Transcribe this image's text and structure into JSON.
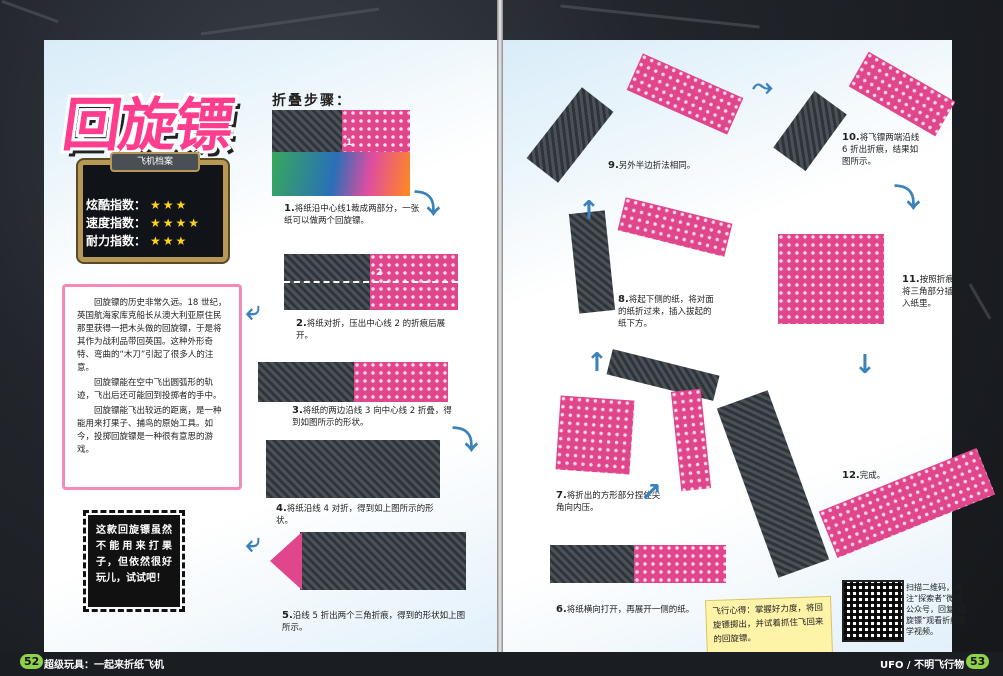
{
  "title": "回旋镖",
  "steps_heading": "折叠步骤：",
  "profile": {
    "tag": "飞机档案",
    "ratings": [
      {
        "label": "炫酷指数：",
        "stars": "★★★"
      },
      {
        "label": "速度指数：",
        "stars": "★★★★"
      },
      {
        "label": "耐力指数：",
        "stars": "★★★"
      }
    ]
  },
  "story": [
    "回旋镖的历史非常久远。18 世纪，英国航海家库克船长从澳大利亚原住民那里获得一把木头做的回旋镖，于是将其作为战利品带回英国。这种外形奇特、弯曲的“木刀”引起了很多人的注意。",
    "回旋镖能在空中飞出圆弧形的轨迹，飞出后还可能回到投掷者的手中。",
    "回旋镖能飞出较远的距离，是一种能用来打果子、捕鸟的原始工具。如今，投掷回旋镖是一种很有意思的游戏。"
  ],
  "stamp_text": "这款回旋镖虽然不能用来打果子，但依然很好玩儿，试试吧！",
  "steps": [
    {
      "num": "1.",
      "text": "将纸沿中心线1裁成两部分，一张纸可以做两个回旋镖。"
    },
    {
      "num": "2.",
      "text": "将纸对折，压出中心线 2 的折痕后展开。"
    },
    {
      "num": "3.",
      "text": "将纸的两边沿线 3 向中心线 2 折叠，得到如图所示的形状。"
    },
    {
      "num": "4.",
      "text": "将纸沿线 4 对折，得到如上图所示的形状。"
    },
    {
      "num": "5.",
      "text": "沿线 5 折出两个三角折痕，得到的形状如上图所示。"
    },
    {
      "num": "6.",
      "text": "将纸横向打开，再展开一侧的纸。"
    },
    {
      "num": "7.",
      "text": "将折出的方形部分捏住尖角向内压。"
    },
    {
      "num": "8.",
      "text": "将起下侧的纸，将对面的纸折过来，插入拔起的纸下方。"
    },
    {
      "num": "9.",
      "text": "另外半边折法相同。"
    },
    {
      "num": "10.",
      "text": "将飞镖两端沿线 6 折出折痕，结果如图所示。"
    },
    {
      "num": "11.",
      "text": "按照折痕将三角部分插入纸里。"
    },
    {
      "num": "12.",
      "text": "完成。"
    }
  ],
  "line_labels": {
    "l1": "1",
    "l2": "2"
  },
  "note": "飞行心得：掌握好力度，将回旋镖掷出，并试着抓住飞回来的回旋镖。",
  "qr_text": "扫描二维码，关注“探索者”微信公众号，回复“回旋镖”观看折纸教学视频。",
  "footer": {
    "left_num": "52",
    "left_text": "超级玩具：一起来折纸飞机",
    "right_label": "UFO / 不明飞行物",
    "right_num": "53"
  }
}
